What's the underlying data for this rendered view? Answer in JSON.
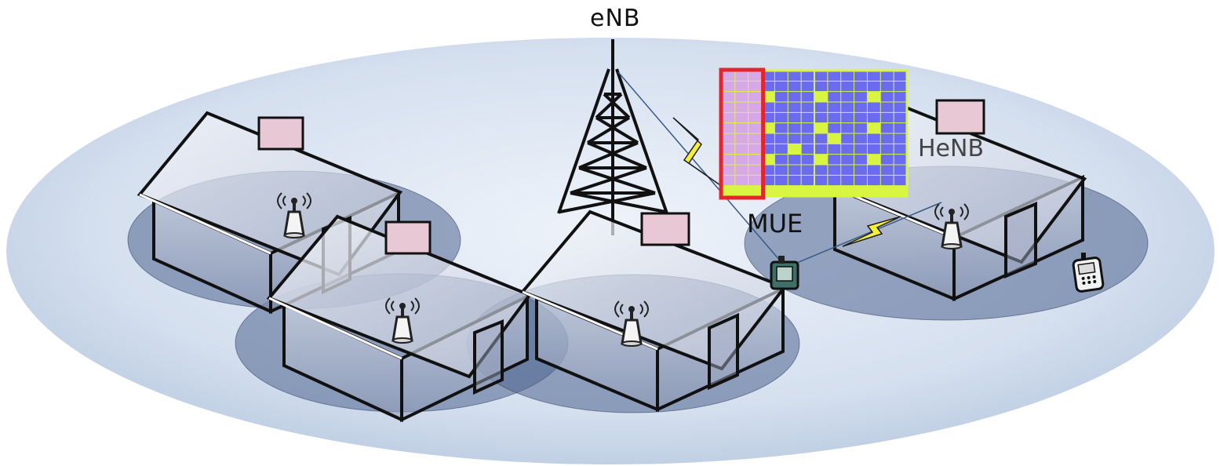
{
  "labels": {
    "enb": "eNB",
    "mue": "MUE",
    "henb": "HeNB"
  },
  "icons": [
    "macro-tower-icon",
    "femto-access-point-icon",
    "mobile-phone-icon",
    "lightning-link-icon"
  ],
  "colors": {
    "macro_cell": "#c9d6ea",
    "femto_cell": "#4f6590",
    "resource_grid_blue": "#6b6bf0",
    "resource_grid_green": "#d8f542",
    "resource_grid_pink": "#d6a8e8",
    "highlight_red": "#e3262e",
    "lightning": "#f5ef3a",
    "house_wall": "#9aa4bd",
    "chimney": "#e8c8d4"
  }
}
